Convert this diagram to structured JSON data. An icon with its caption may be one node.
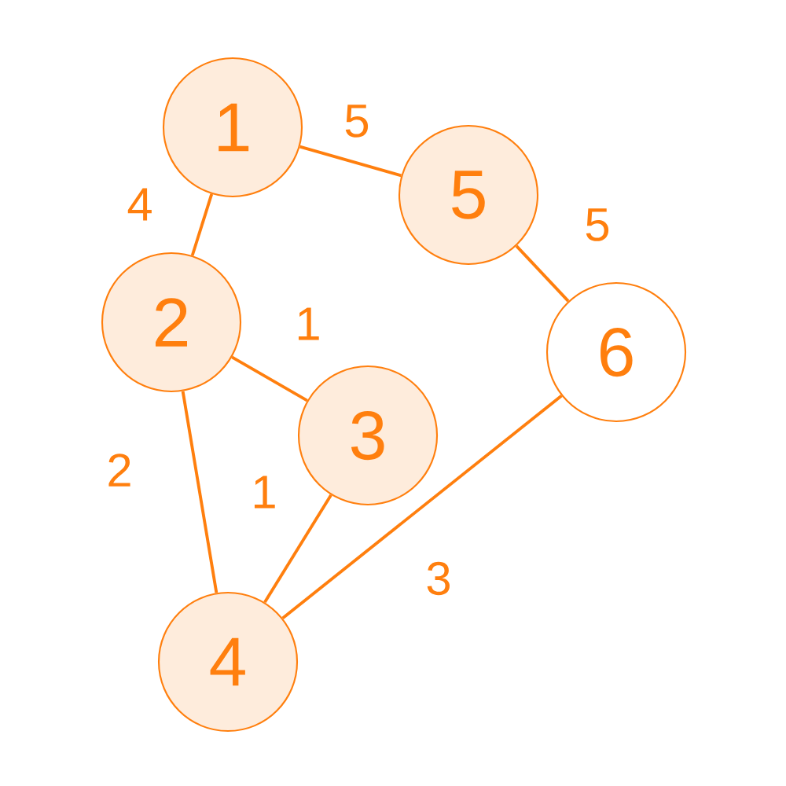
{
  "diagram": {
    "nodes": [
      {
        "text": [
          "1"
        ]
      },
      {
        "text": [
          "2"
        ]
      },
      {
        "text": [
          "3"
        ]
      },
      {
        "text": [
          "4"
        ]
      },
      {
        "text": [
          "5"
        ]
      },
      {
        "text": [
          "6"
        ]
      }
    ],
    "edges": [
      {
        "from": 0,
        "to": 4,
        "arrow": "none",
        "label": "5"
      },
      {
        "from": 0,
        "to": 1,
        "arrow": "none",
        "label": "4"
      },
      {
        "from": 4,
        "to": 5,
        "arrow": "none",
        "label": "5"
      },
      {
        "from": 1,
        "to": 2,
        "arrow": "none",
        "label": "1"
      },
      {
        "from": 1,
        "to": 3,
        "arrow": "none",
        "label": "2"
      },
      {
        "from": 2,
        "to": 3,
        "arrow": "none",
        "label": "1"
      },
      {
        "from": 5,
        "to": 3,
        "arrow": "none",
        "label": "3"
      }
    ]
  }
}
